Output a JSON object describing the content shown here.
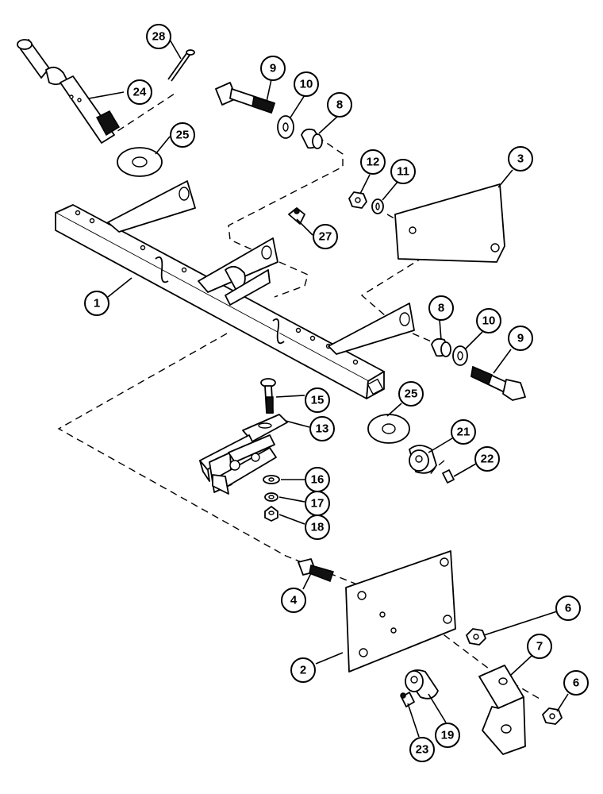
{
  "callouts": [
    {
      "label": "28"
    },
    {
      "label": "24"
    },
    {
      "label": "25"
    },
    {
      "label": "9"
    },
    {
      "label": "10"
    },
    {
      "label": "8"
    },
    {
      "label": "12"
    },
    {
      "label": "11"
    },
    {
      "label": "3"
    },
    {
      "label": "27"
    },
    {
      "label": "1"
    },
    {
      "label": "8"
    },
    {
      "label": "10"
    },
    {
      "label": "9"
    },
    {
      "label": "15"
    },
    {
      "label": "13"
    },
    {
      "label": "25"
    },
    {
      "label": "21"
    },
    {
      "label": "22"
    },
    {
      "label": "16"
    },
    {
      "label": "17"
    },
    {
      "label": "18"
    },
    {
      "label": "4"
    },
    {
      "label": "2"
    },
    {
      "label": "6"
    },
    {
      "label": "7"
    },
    {
      "label": "6"
    },
    {
      "label": "19"
    },
    {
      "label": "23"
    }
  ]
}
